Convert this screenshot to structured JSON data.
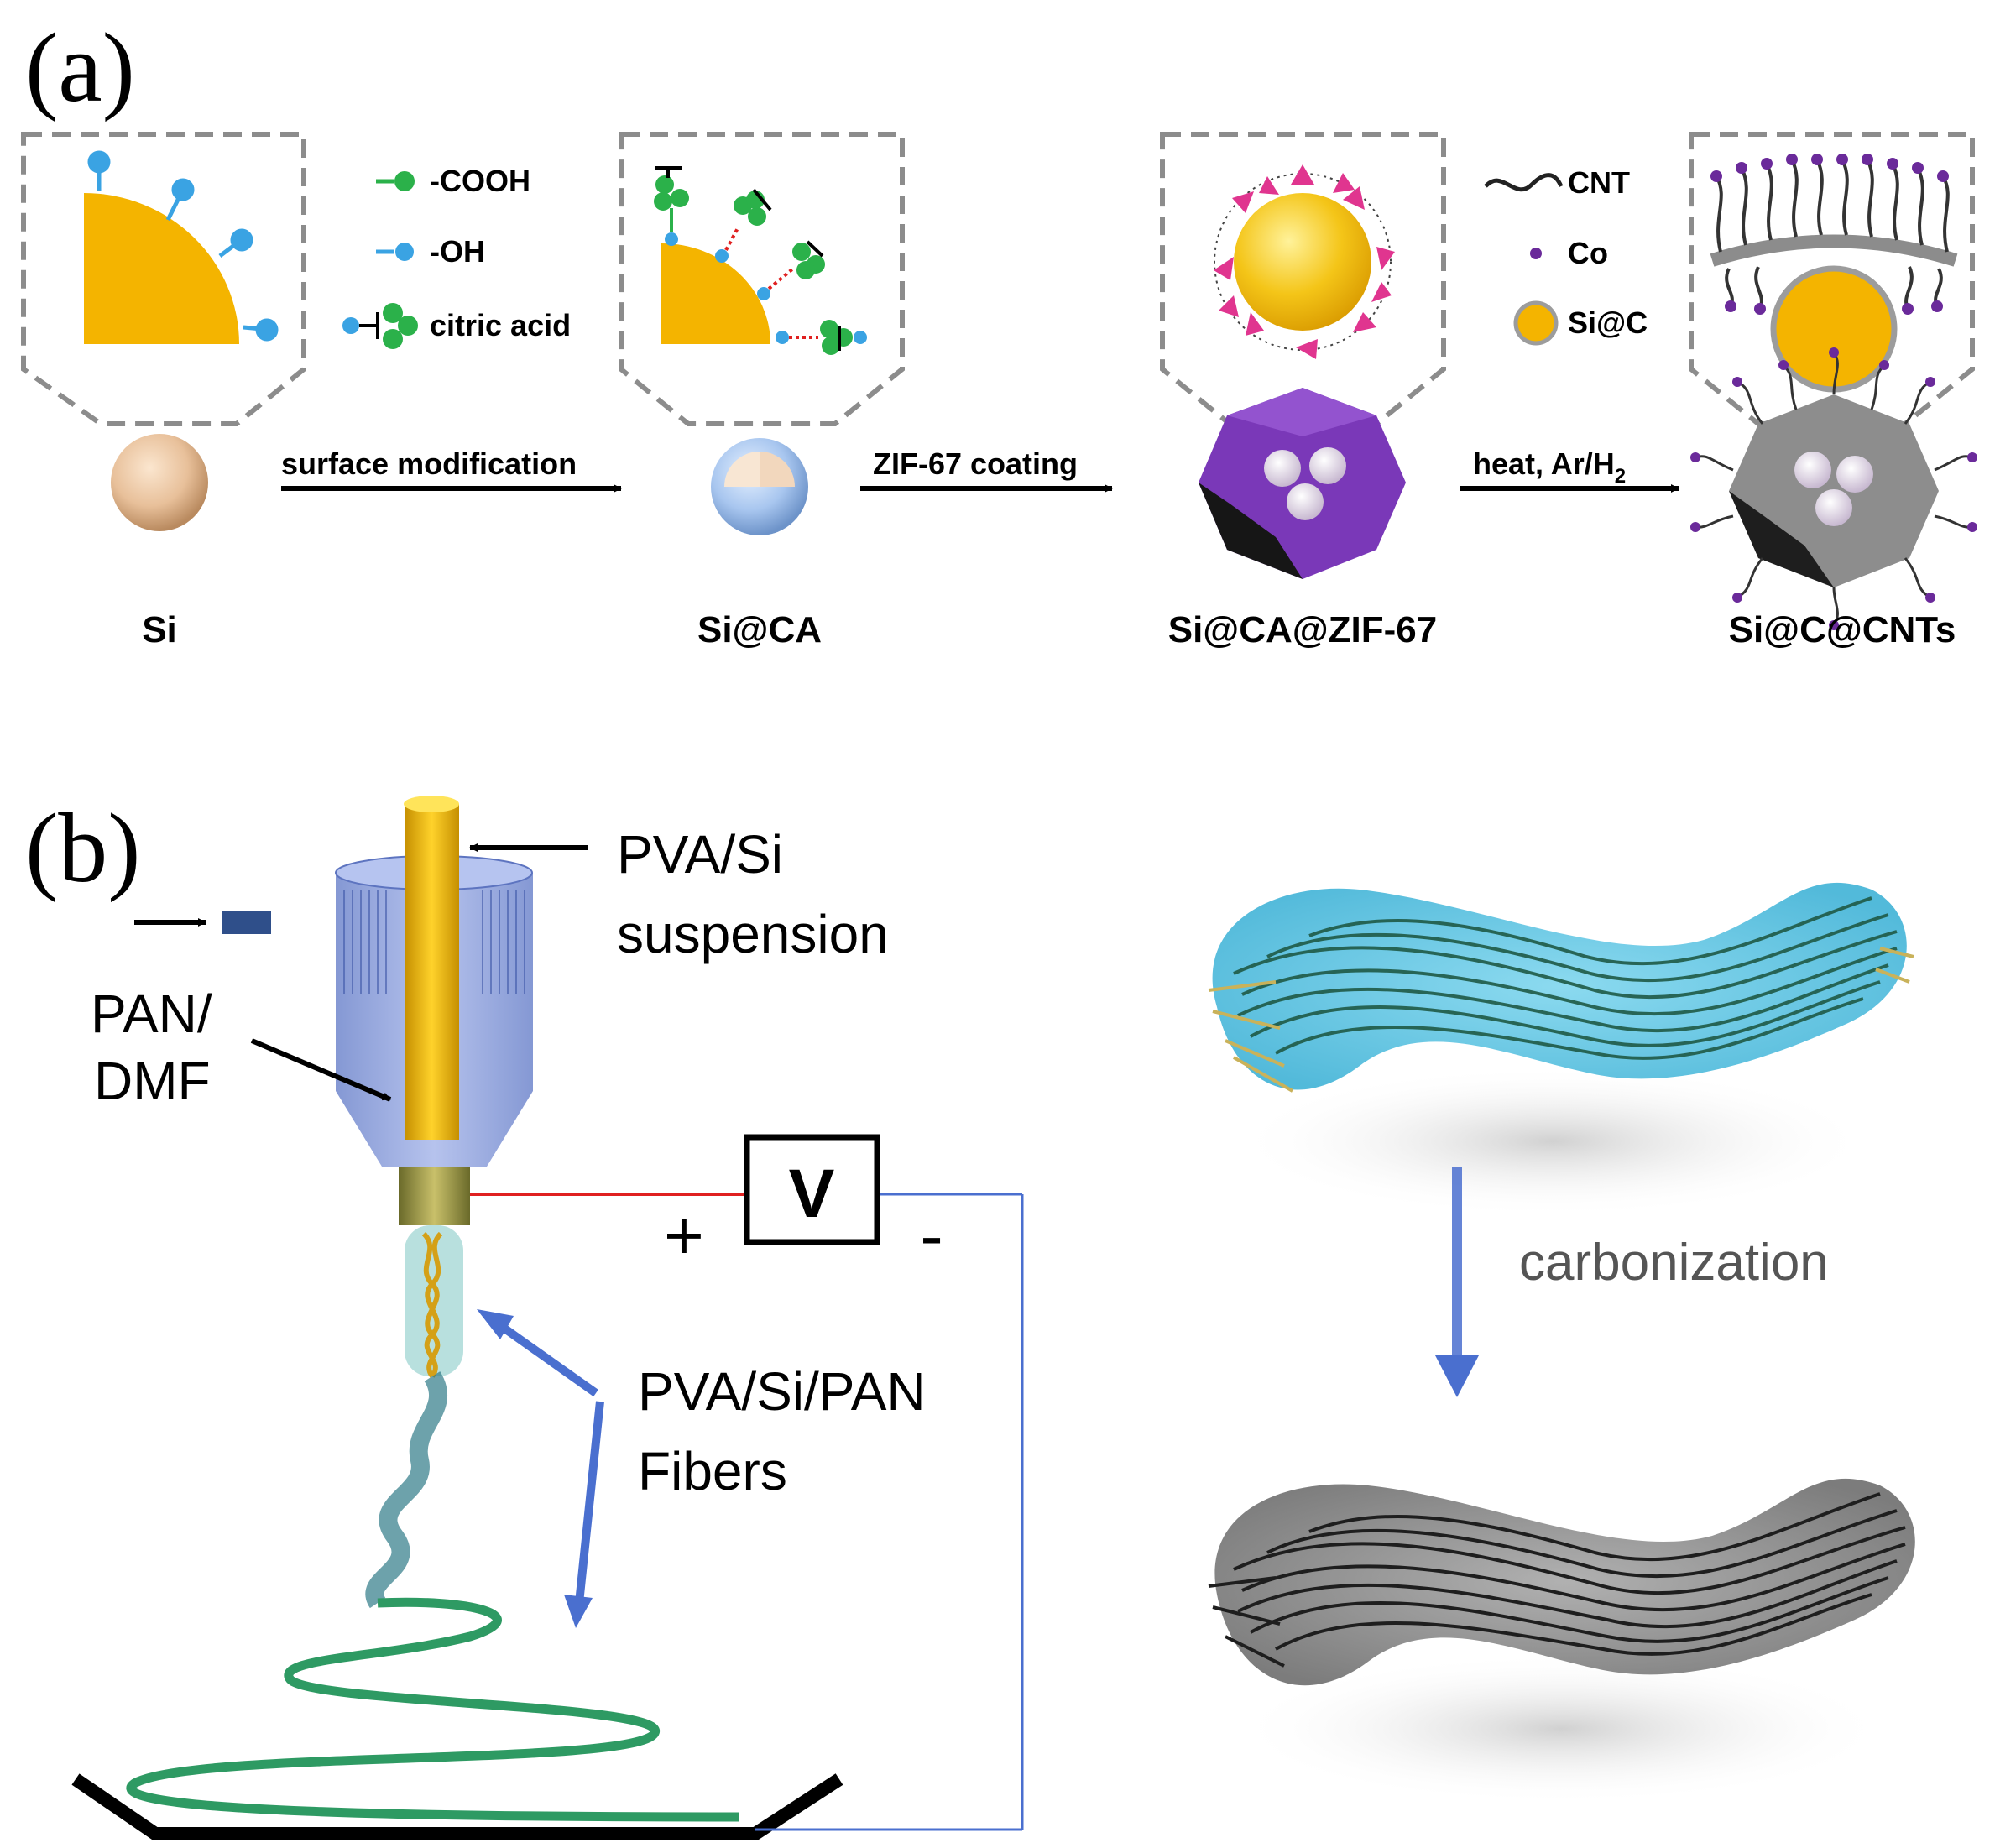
{
  "panel_a": {
    "label": "(a)",
    "legend_left": [
      "-COOH",
      "-OH",
      "citric acid"
    ],
    "legend_right": [
      "CNT",
      "Co",
      "Si@C"
    ],
    "arrows": [
      "surface modification",
      "ZIF-67 coating",
      "heat, Ar/H",
      "2"
    ],
    "stages": [
      "Si",
      "Si@CA",
      "Si@CA@ZIF-67",
      "Si@C@CNTs"
    ]
  },
  "panel_b": {
    "label": "(b)",
    "core_label": [
      "PVA/Si",
      "suspension"
    ],
    "shell_label": [
      "PAN/",
      "DMF"
    ],
    "voltage": "V",
    "plus": "+",
    "minus": "-",
    "fiber_label": [
      "PVA/Si/PAN",
      "Fibers"
    ],
    "process": "carbonization"
  },
  "colors": {
    "si_gold": "#f4b400",
    "cooh_green": "#2bb14a",
    "oh_blue": "#3aa3e3",
    "zif_purple": "#7a38b8",
    "pink": "#e0358f",
    "co_purple": "#6a2a9a",
    "nozzle_blue": "#7c93d6",
    "arrow_blue": "#4a6fcf",
    "wire_red": "#e02020",
    "fiber_green": "#2e9a63",
    "cyan": "#56c7e6"
  }
}
